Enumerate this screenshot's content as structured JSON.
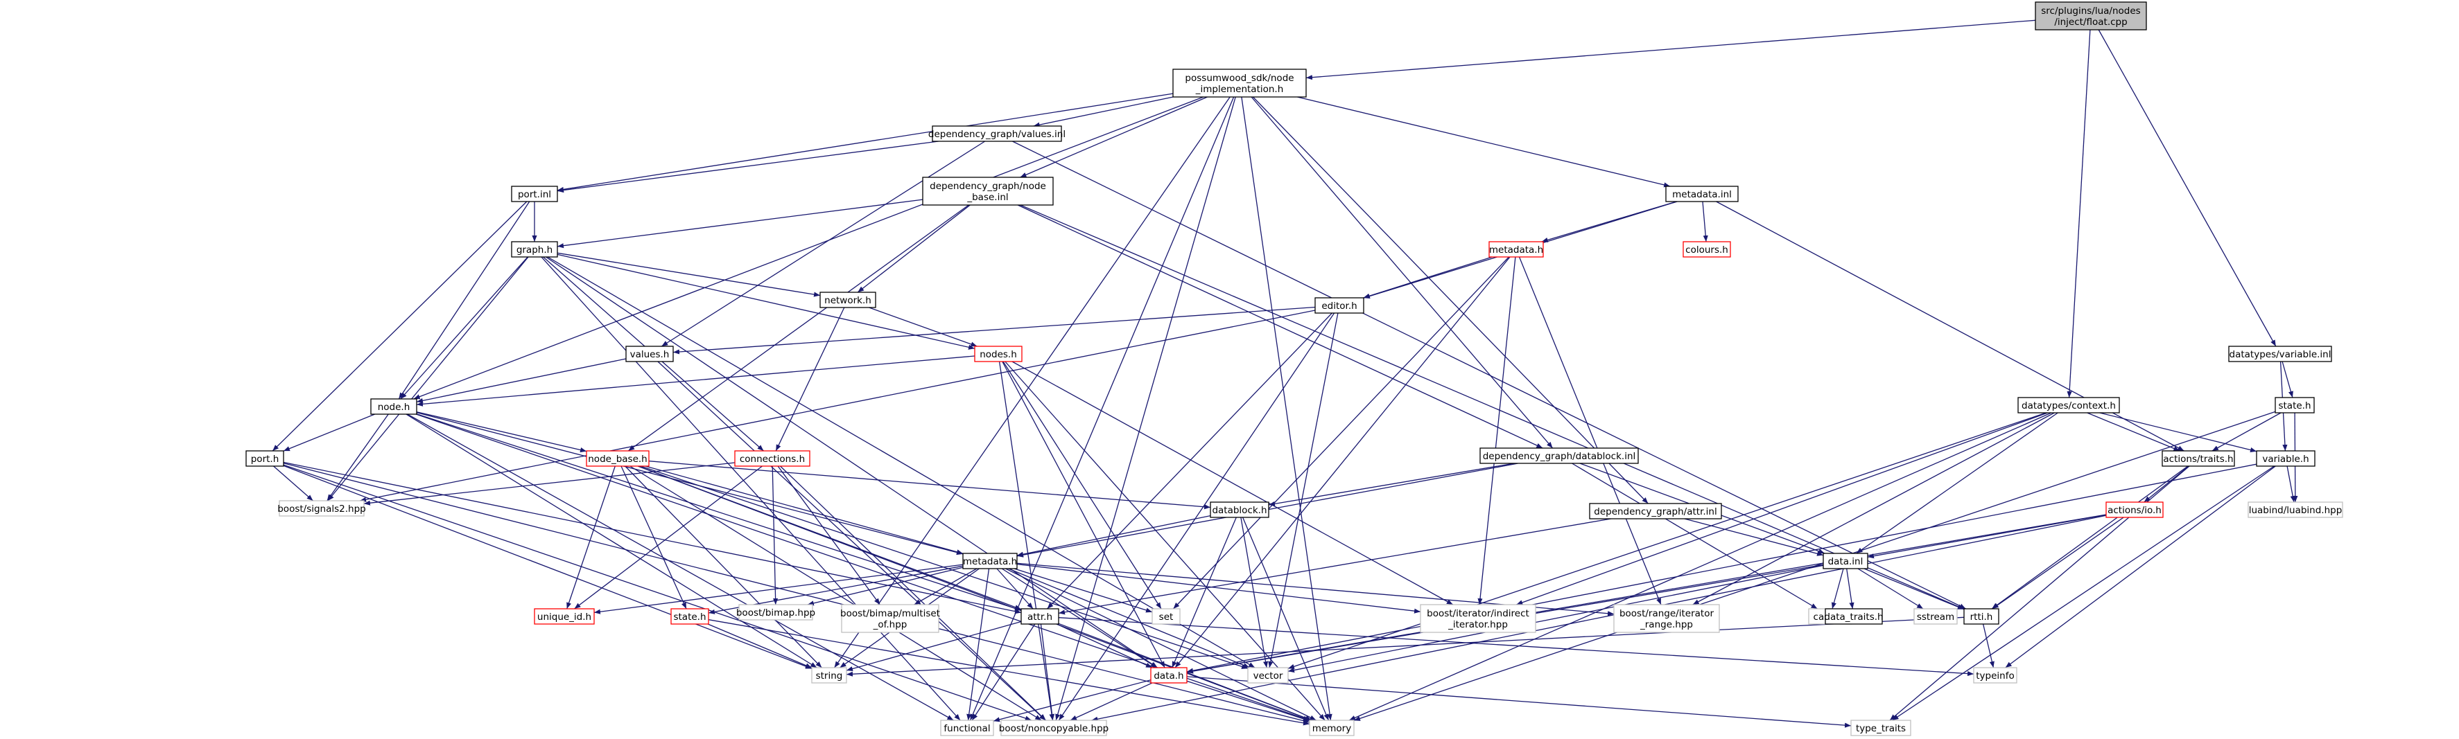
{
  "colors": {
    "edge": "#191970",
    "box_border": "#000000",
    "box_fill": "#ffffff",
    "root_fill": "#bfbfbf",
    "truncated_border": "#ff0000",
    "external_border": "#bfbfbf",
    "external_text": "#000000"
  },
  "nodes": [
    {
      "id": "root",
      "lines": [
        "src/plugins/lua/nodes",
        "/inject/float.cpp"
      ],
      "style": "root"
    },
    {
      "id": "impl",
      "lines": [
        "possumwood_sdk/node",
        "_implementation.h"
      ],
      "style": "normal"
    },
    {
      "id": "values_inl",
      "lines": [
        "dependency_graph/values.inl"
      ],
      "style": "normal"
    },
    {
      "id": "port_inl",
      "lines": [
        "port.inl"
      ],
      "style": "normal"
    },
    {
      "id": "node_base_inl",
      "lines": [
        "dependency_graph/node",
        "_base.inl"
      ],
      "style": "normal"
    },
    {
      "id": "metadata_inl",
      "lines": [
        "metadata.inl"
      ],
      "style": "normal"
    },
    {
      "id": "colours_h",
      "lines": [
        "colours.h"
      ],
      "style": "truncated"
    },
    {
      "id": "metadata_h_red",
      "lines": [
        "metadata.h"
      ],
      "style": "truncated"
    },
    {
      "id": "graph_h",
      "lines": [
        "graph.h"
      ],
      "style": "normal"
    },
    {
      "id": "network_h",
      "lines": [
        "network.h"
      ],
      "style": "normal"
    },
    {
      "id": "editor_h",
      "lines": [
        "editor.h"
      ],
      "style": "normal"
    },
    {
      "id": "values_h",
      "lines": [
        "values.h"
      ],
      "style": "normal"
    },
    {
      "id": "nodes_h",
      "lines": [
        "nodes.h"
      ],
      "style": "truncated"
    },
    {
      "id": "node_h",
      "lines": [
        "node.h"
      ],
      "style": "normal"
    },
    {
      "id": "port_h",
      "lines": [
        "port.h"
      ],
      "style": "normal"
    },
    {
      "id": "node_base_h",
      "lines": [
        "node_base.h"
      ],
      "style": "truncated"
    },
    {
      "id": "connections_h",
      "lines": [
        "connections.h"
      ],
      "style": "truncated"
    },
    {
      "id": "signals2",
      "lines": [
        "boost/signals2.hpp"
      ],
      "style": "external"
    },
    {
      "id": "datablock_inl",
      "lines": [
        "dependency_graph/datablock.inl"
      ],
      "style": "normal"
    },
    {
      "id": "datablock_h",
      "lines": [
        "datablock.h"
      ],
      "style": "normal"
    },
    {
      "id": "attr_inl",
      "lines": [
        "dependency_graph/attr.inl"
      ],
      "style": "normal"
    },
    {
      "id": "metadata_h",
      "lines": [
        "metadata.h"
      ],
      "style": "normal"
    },
    {
      "id": "unique_id_h",
      "lines": [
        "unique_id.h"
      ],
      "style": "truncated"
    },
    {
      "id": "state_h_red",
      "lines": [
        "state.h"
      ],
      "style": "truncated"
    },
    {
      "id": "bimap",
      "lines": [
        "boost/bimap.hpp"
      ],
      "style": "external"
    },
    {
      "id": "multiset",
      "lines": [
        "boost/bimap/multiset",
        "_of.hpp"
      ],
      "style": "external"
    },
    {
      "id": "attr_h",
      "lines": [
        "attr.h"
      ],
      "style": "normal"
    },
    {
      "id": "set",
      "lines": [
        "set"
      ],
      "style": "external"
    },
    {
      "id": "indirect_iter",
      "lines": [
        "boost/iterator/indirect",
        "_iterator.hpp"
      ],
      "style": "external"
    },
    {
      "id": "range_iter",
      "lines": [
        "boost/range/iterator",
        "_range.hpp"
      ],
      "style": "external"
    },
    {
      "id": "data_inl",
      "lines": [
        "data.inl"
      ],
      "style": "normal"
    },
    {
      "id": "cassert",
      "lines": [
        "cassert"
      ],
      "style": "external"
    },
    {
      "id": "data_traits_h",
      "lines": [
        "data_traits.h"
      ],
      "style": "normal"
    },
    {
      "id": "sstream",
      "lines": [
        "sstream"
      ],
      "style": "external"
    },
    {
      "id": "rtti_h",
      "lines": [
        "rtti.h"
      ],
      "style": "normal"
    },
    {
      "id": "string",
      "lines": [
        "string"
      ],
      "style": "external"
    },
    {
      "id": "data_h",
      "lines": [
        "data.h"
      ],
      "style": "truncated"
    },
    {
      "id": "vector",
      "lines": [
        "vector"
      ],
      "style": "external"
    },
    {
      "id": "typeinfo",
      "lines": [
        "typeinfo"
      ],
      "style": "external"
    },
    {
      "id": "functional",
      "lines": [
        "functional"
      ],
      "style": "external"
    },
    {
      "id": "noncopyable",
      "lines": [
        "boost/noncopyable.hpp"
      ],
      "style": "external"
    },
    {
      "id": "memory",
      "lines": [
        "memory"
      ],
      "style": "external"
    },
    {
      "id": "type_traits",
      "lines": [
        "type_traits"
      ],
      "style": "external"
    },
    {
      "id": "context_h",
      "lines": [
        "datatypes/context.h"
      ],
      "style": "normal"
    },
    {
      "id": "actions_traits_h",
      "lines": [
        "actions/traits.h"
      ],
      "style": "normal"
    },
    {
      "id": "actions_io_h",
      "lines": [
        "actions/io.h"
      ],
      "style": "truncated"
    },
    {
      "id": "variable_inl",
      "lines": [
        "datatypes/variable.inl"
      ],
      "style": "normal"
    },
    {
      "id": "state_h",
      "lines": [
        "state.h"
      ],
      "style": "normal"
    },
    {
      "id": "variable_h",
      "lines": [
        "variable.h"
      ],
      "style": "normal"
    },
    {
      "id": "luabind",
      "lines": [
        "luabind/luabind.hpp"
      ],
      "style": "external"
    }
  ],
  "edges": [
    [
      "root",
      "impl"
    ],
    [
      "root",
      "context_h"
    ],
    [
      "root",
      "variable_inl"
    ],
    [
      "impl",
      "values_inl"
    ],
    [
      "impl",
      "port_inl"
    ],
    [
      "impl",
      "node_base_inl"
    ],
    [
      "impl",
      "metadata_inl"
    ],
    [
      "impl",
      "node_h"
    ],
    [
      "impl",
      "datablock_inl"
    ],
    [
      "impl",
      "attr_inl"
    ],
    [
      "impl",
      "string"
    ],
    [
      "impl",
      "functional"
    ],
    [
      "impl",
      "noncopyable"
    ],
    [
      "impl",
      "memory"
    ],
    [
      "values_inl",
      "port_inl"
    ],
    [
      "values_inl",
      "values_h"
    ],
    [
      "values_inl",
      "rtti_h"
    ],
    [
      "port_inl",
      "graph_h"
    ],
    [
      "port_inl",
      "node_h"
    ],
    [
      "port_inl",
      "port_h"
    ],
    [
      "node_base_inl",
      "graph_h"
    ],
    [
      "node_base_inl",
      "network_h"
    ],
    [
      "node_base_inl",
      "node_base_h"
    ],
    [
      "node_base_inl",
      "datablock_inl"
    ],
    [
      "node_base_inl",
      "rtti_h"
    ],
    [
      "metadata_inl",
      "colours_h"
    ],
    [
      "metadata_inl",
      "metadata_h_red"
    ],
    [
      "metadata_inl",
      "editor_h"
    ],
    [
      "metadata_inl",
      "actions_traits_h"
    ],
    [
      "metadata_h_red",
      "editor_h"
    ],
    [
      "metadata_h_red",
      "indirect_iter"
    ],
    [
      "metadata_h_red",
      "range_iter"
    ],
    [
      "metadata_h_red",
      "set"
    ],
    [
      "metadata_h_red",
      "data_h"
    ],
    [
      "graph_h",
      "network_h"
    ],
    [
      "graph_h",
      "nodes_h"
    ],
    [
      "graph_h",
      "node_h"
    ],
    [
      "graph_h",
      "connections_h"
    ],
    [
      "graph_h",
      "signals2"
    ],
    [
      "graph_h",
      "functional"
    ],
    [
      "graph_h",
      "vector"
    ],
    [
      "graph_h",
      "data_h"
    ],
    [
      "network_h",
      "nodes_h"
    ],
    [
      "network_h",
      "connections_h"
    ],
    [
      "editor_h",
      "values_h"
    ],
    [
      "editor_h",
      "signals2"
    ],
    [
      "editor_h",
      "attr_h"
    ],
    [
      "editor_h",
      "vector"
    ],
    [
      "editor_h",
      "noncopyable"
    ],
    [
      "values_h",
      "node_h"
    ],
    [
      "values_h",
      "noncopyable"
    ],
    [
      "nodes_h",
      "node_h"
    ],
    [
      "nodes_h",
      "indirect_iter"
    ],
    [
      "nodes_h",
      "set"
    ],
    [
      "nodes_h",
      "data_h"
    ],
    [
      "nodes_h",
      "noncopyable"
    ],
    [
      "nodes_h",
      "memory"
    ],
    [
      "node_h",
      "port_h"
    ],
    [
      "node_h",
      "node_base_h"
    ],
    [
      "node_h",
      "signals2"
    ],
    [
      "node_h",
      "metadata_h"
    ],
    [
      "node_h",
      "attr_h"
    ],
    [
      "node_h",
      "functional"
    ],
    [
      "node_h",
      "string"
    ],
    [
      "node_h",
      "memory"
    ],
    [
      "port_h",
      "signals2"
    ],
    [
      "port_h",
      "attr_h"
    ],
    [
      "port_h",
      "string"
    ],
    [
      "port_h",
      "noncopyable"
    ],
    [
      "port_h",
      "memory"
    ],
    [
      "node_base_h",
      "datablock_h"
    ],
    [
      "node_base_h",
      "metadata_h"
    ],
    [
      "node_base_h",
      "unique_id_h"
    ],
    [
      "node_base_h",
      "state_h_red"
    ],
    [
      "node_base_h",
      "attr_h"
    ],
    [
      "node_base_h",
      "string"
    ],
    [
      "node_base_h",
      "vector"
    ],
    [
      "node_base_h",
      "noncopyable"
    ],
    [
      "node_base_h",
      "memory"
    ],
    [
      "connections_h",
      "signals2"
    ],
    [
      "connections_h",
      "unique_id_h"
    ],
    [
      "connections_h",
      "bimap"
    ],
    [
      "connections_h",
      "multiset"
    ],
    [
      "connections_h",
      "noncopyable"
    ],
    [
      "datablock_inl",
      "datablock_h"
    ],
    [
      "datablock_inl",
      "data_inl"
    ],
    [
      "datablock_inl",
      "cassert"
    ],
    [
      "datablock_inl",
      "metadata_h"
    ],
    [
      "datablock_h",
      "metadata_h"
    ],
    [
      "datablock_h",
      "data_h"
    ],
    [
      "datablock_h",
      "vector"
    ],
    [
      "datablock_h",
      "memory"
    ],
    [
      "attr_inl",
      "data_inl"
    ],
    [
      "attr_inl",
      "attr_h"
    ],
    [
      "metadata_h",
      "unique_id_h"
    ],
    [
      "metadata_h",
      "state_h_red"
    ],
    [
      "metadata_h",
      "bimap"
    ],
    [
      "metadata_h",
      "multiset"
    ],
    [
      "metadata_h",
      "attr_h"
    ],
    [
      "metadata_h",
      "set"
    ],
    [
      "metadata_h",
      "indirect_iter"
    ],
    [
      "metadata_h",
      "range_iter"
    ],
    [
      "metadata_h",
      "string"
    ],
    [
      "metadata_h",
      "data_h"
    ],
    [
      "metadata_h",
      "vector"
    ],
    [
      "metadata_h",
      "functional"
    ],
    [
      "metadata_h",
      "memory"
    ],
    [
      "state_h_red",
      "string"
    ],
    [
      "state_h_red",
      "memory"
    ],
    [
      "attr_h",
      "string"
    ],
    [
      "attr_h",
      "data_h"
    ],
    [
      "attr_h",
      "typeinfo"
    ],
    [
      "attr_h",
      "functional"
    ],
    [
      "attr_h",
      "noncopyable"
    ],
    [
      "attr_h",
      "memory"
    ],
    [
      "data_inl",
      "cassert"
    ],
    [
      "data_inl",
      "data_traits_h"
    ],
    [
      "data_inl",
      "sstream"
    ],
    [
      "data_inl",
      "rtti_h"
    ],
    [
      "data_inl",
      "vector"
    ],
    [
      "data_inl",
      "data_h"
    ],
    [
      "rtti_h",
      "string"
    ],
    [
      "rtti_h",
      "typeinfo"
    ],
    [
      "data_h",
      "functional"
    ],
    [
      "data_h",
      "noncopyable"
    ],
    [
      "data_h",
      "memory"
    ],
    [
      "data_h",
      "type_traits"
    ],
    [
      "context_h",
      "actions_traits_h"
    ],
    [
      "context_h",
      "variable_h"
    ],
    [
      "context_h",
      "data_inl"
    ],
    [
      "context_h",
      "range_iter"
    ],
    [
      "context_h",
      "indirect_iter"
    ],
    [
      "context_h",
      "vector"
    ],
    [
      "context_h",
      "memory"
    ],
    [
      "actions_traits_h",
      "actions_io_h"
    ],
    [
      "actions_traits_h",
      "rtti_h"
    ],
    [
      "actions_traits_h",
      "type_traits"
    ],
    [
      "actions_io_h",
      "data_inl"
    ],
    [
      "actions_io_h",
      "rtti_h"
    ],
    [
      "actions_io_h",
      "data_h"
    ],
    [
      "actions_io_h",
      "noncopyable"
    ],
    [
      "variable_inl",
      "state_h"
    ],
    [
      "variable_inl",
      "variable_h"
    ],
    [
      "state_h",
      "actions_traits_h"
    ],
    [
      "state_h",
      "luabind"
    ],
    [
      "state_h",
      "memory"
    ],
    [
      "variable_h",
      "luabind"
    ],
    [
      "variable_h",
      "data_h"
    ],
    [
      "variable_h",
      "typeinfo"
    ],
    [
      "variable_h",
      "type_traits"
    ]
  ]
}
